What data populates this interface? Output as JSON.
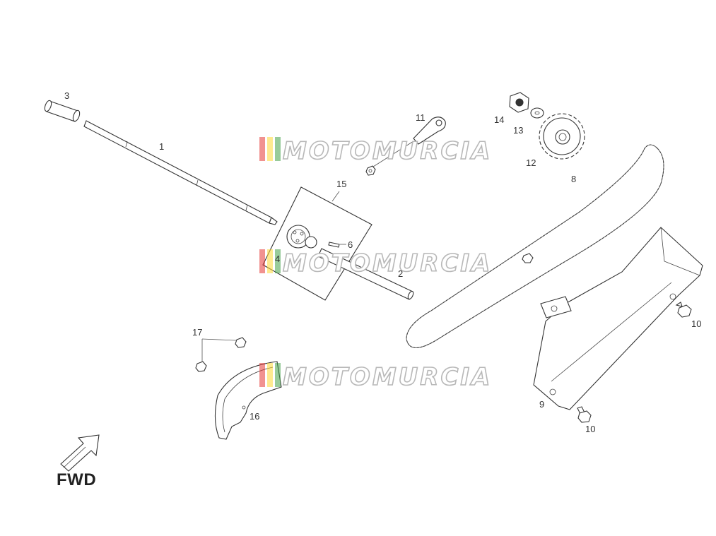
{
  "diagram": {
    "fwd_label": "FWD",
    "watermark_text": "MOTOMURCIA",
    "watermark_colors": [
      "#e53935",
      "#fdd835",
      "#43a047"
    ],
    "callouts": [
      {
        "id": "1",
        "label": "1"
      },
      {
        "id": "2",
        "label": "2"
      },
      {
        "id": "3",
        "label": "3"
      },
      {
        "id": "4",
        "label": "4"
      },
      {
        "id": "6",
        "label": "6"
      },
      {
        "id": "8",
        "label": "8"
      },
      {
        "id": "9",
        "label": "9"
      },
      {
        "id": "10a",
        "label": "10"
      },
      {
        "id": "10b",
        "label": "10"
      },
      {
        "id": "11",
        "label": "11"
      },
      {
        "id": "12",
        "label": "12"
      },
      {
        "id": "13",
        "label": "13"
      },
      {
        "id": "14",
        "label": "14"
      },
      {
        "id": "15",
        "label": "15"
      },
      {
        "id": "16",
        "label": "16"
      },
      {
        "id": "17",
        "label": "17"
      }
    ]
  }
}
